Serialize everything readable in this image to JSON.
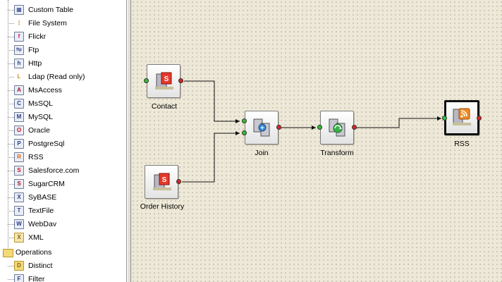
{
  "tree": {
    "items": [
      {
        "label": "Custom Table",
        "icon": "table-icon",
        "glyph": "▦"
      },
      {
        "label": "File System",
        "icon": "file-system-icon",
        "glyph": "⋮"
      },
      {
        "label": "Flickr",
        "icon": "flickr-icon",
        "glyph": "f"
      },
      {
        "label": "Ftp",
        "icon": "ftp-icon",
        "glyph": "ftp"
      },
      {
        "label": "Http",
        "icon": "http-icon",
        "glyph": "h"
      },
      {
        "label": "Ldap (Read only)",
        "icon": "ldap-icon",
        "glyph": "L"
      },
      {
        "label": "MsAccess",
        "icon": "msaccess-icon",
        "glyph": "A"
      },
      {
        "label": "MsSQL",
        "icon": "mssql-icon",
        "glyph": "C"
      },
      {
        "label": "MySQL",
        "icon": "mysql-icon",
        "glyph": "M"
      },
      {
        "label": "Oracle",
        "icon": "oracle-icon",
        "glyph": "O"
      },
      {
        "label": "PostgreSql",
        "icon": "postgresql-icon",
        "glyph": "P"
      },
      {
        "label": "RSS",
        "icon": "rss-icon",
        "glyph": "R"
      },
      {
        "label": "Salesforce.com",
        "icon": "salesforce-icon",
        "glyph": "S"
      },
      {
        "label": "SugarCRM",
        "icon": "sugarcrm-icon",
        "glyph": "S"
      },
      {
        "label": "SyBASE",
        "icon": "sybase-icon",
        "glyph": "X"
      },
      {
        "label": "TextFile",
        "icon": "textfile-icon",
        "glyph": "T"
      },
      {
        "label": "WebDav",
        "icon": "webdav-icon",
        "glyph": "W"
      },
      {
        "label": "XML",
        "icon": "xml-icon",
        "glyph": "X"
      }
    ],
    "folder": {
      "label": "Operations",
      "icon": "folder-icon"
    },
    "operations": [
      {
        "label": "Distinct",
        "icon": "distinct-icon",
        "glyph": "D"
      },
      {
        "label": "Filter",
        "icon": "filter-icon",
        "glyph": "F"
      }
    ]
  },
  "canvas": {
    "nodes": {
      "contact": {
        "label": "Contact",
        "icon": "salesforce-source-icon"
      },
      "order_history": {
        "label": "Order History",
        "icon": "salesforce-source-icon"
      },
      "join": {
        "label": "Join",
        "icon": "join-icon"
      },
      "transform": {
        "label": "Transform",
        "icon": "transform-icon"
      },
      "rss": {
        "label": "RSS",
        "icon": "rss-target-icon"
      }
    }
  },
  "colors": {
    "canvas_bg": "#ede8d7",
    "port_in": "#2fbf2f",
    "port_out": "#e02020",
    "wire": "#111111"
  }
}
